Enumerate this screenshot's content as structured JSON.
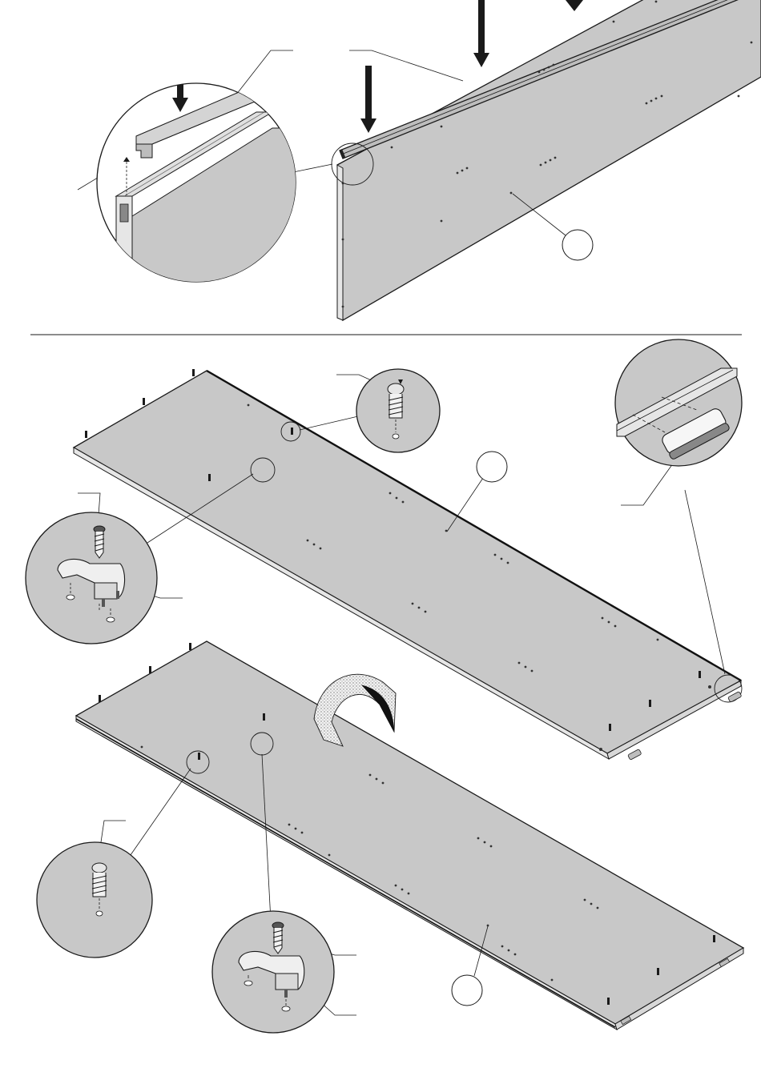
{
  "document": {
    "type": "furniture assembly instruction sheet",
    "printed_text": []
  },
  "steps": [
    {
      "id": "top",
      "parts": [
        "back-panel",
        "edge-profile-rail"
      ],
      "callouts": [
        "profile-detail-magnifier"
      ],
      "part_number_circles": 1
    },
    {
      "id": "bottom",
      "parts": [
        "panel-upper",
        "panel-lower",
        "cam-dowel",
        "shelf-support",
        "screw",
        "end-cap"
      ],
      "callouts": [
        "cam-dowel-magnifier-top",
        "shelf-support-magnifier-left",
        "end-cap-magnifier",
        "cam-dowel-magnifier-bottom",
        "shelf-support-magnifier-bottom"
      ],
      "part_number_circles": 2,
      "flip_indicator": "curved-rotation-arrow"
    }
  ],
  "colors": {
    "panel_fill": "#c8c8c8",
    "panel_edge": "#e6e6e6",
    "stroke": "#1a1a1a",
    "background": "#ffffff"
  }
}
